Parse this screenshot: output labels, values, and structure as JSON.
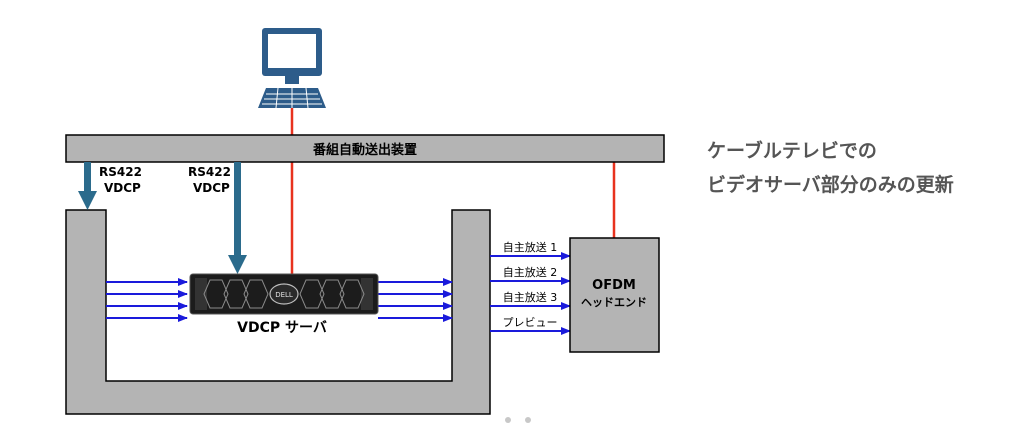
{
  "diagram": {
    "automation_bar_label": "番組自動送出装置",
    "left_link": {
      "line1": "RS422",
      "line2": "VDCP"
    },
    "center_link": {
      "line1": "RS422",
      "line2": "VDCP"
    },
    "server": {
      "label": "VDCP サーバ",
      "brand": "DELL"
    },
    "outputs": [
      "自主放送 1",
      "自主放送 2",
      "自主放送 3",
      "プレビュー"
    ],
    "headend": {
      "line1": "OFDM",
      "line2": "ヘッドエンド"
    },
    "caption": {
      "line1": "ケーブルテレビでの",
      "line2": "ビデオサーバ部分のみの更新"
    }
  },
  "colors": {
    "frame_fill": "#b4b4b4",
    "stroke": "#000000",
    "control_arrow": "#2b6b8c",
    "red_line": "#e8321e",
    "signal_arrow": "#1a1adb",
    "monitor": "#2d5c8a",
    "caption_text": "#555555"
  },
  "pager": {
    "pages": 2
  }
}
